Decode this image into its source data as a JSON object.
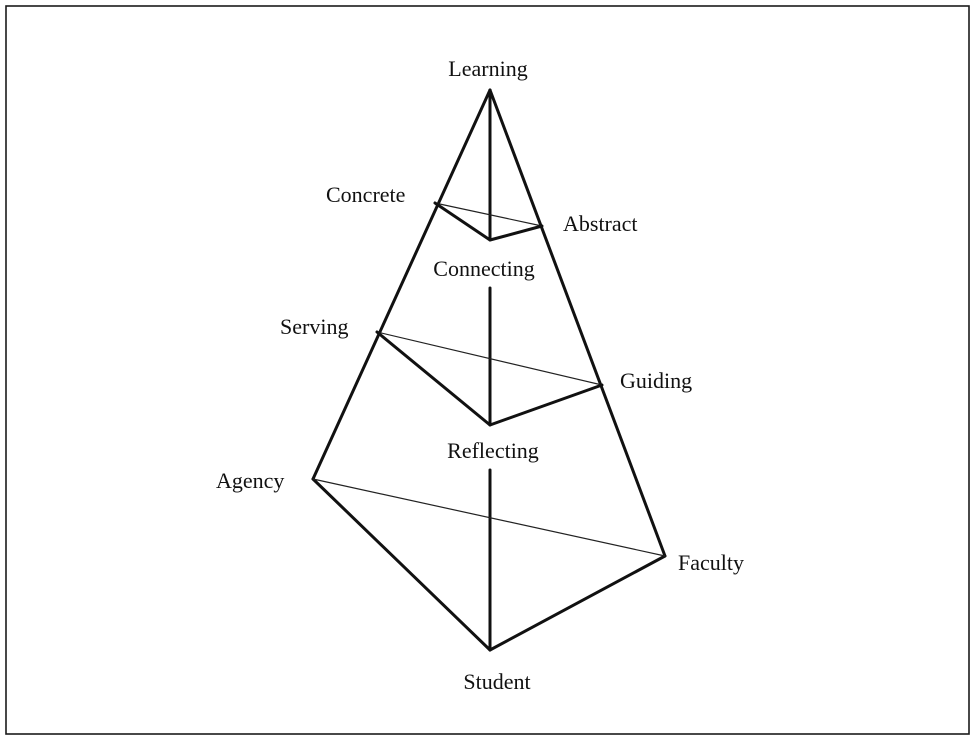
{
  "diagram": {
    "nodes": {
      "learning": "Learning",
      "concrete": "Concrete",
      "abstract": "Abstract",
      "connecting": "Connecting",
      "serving": "Serving",
      "guiding": "Guiding",
      "reflecting": "Reflecting",
      "agency": "Agency",
      "faculty": "Faculty",
      "student": "Student"
    }
  }
}
